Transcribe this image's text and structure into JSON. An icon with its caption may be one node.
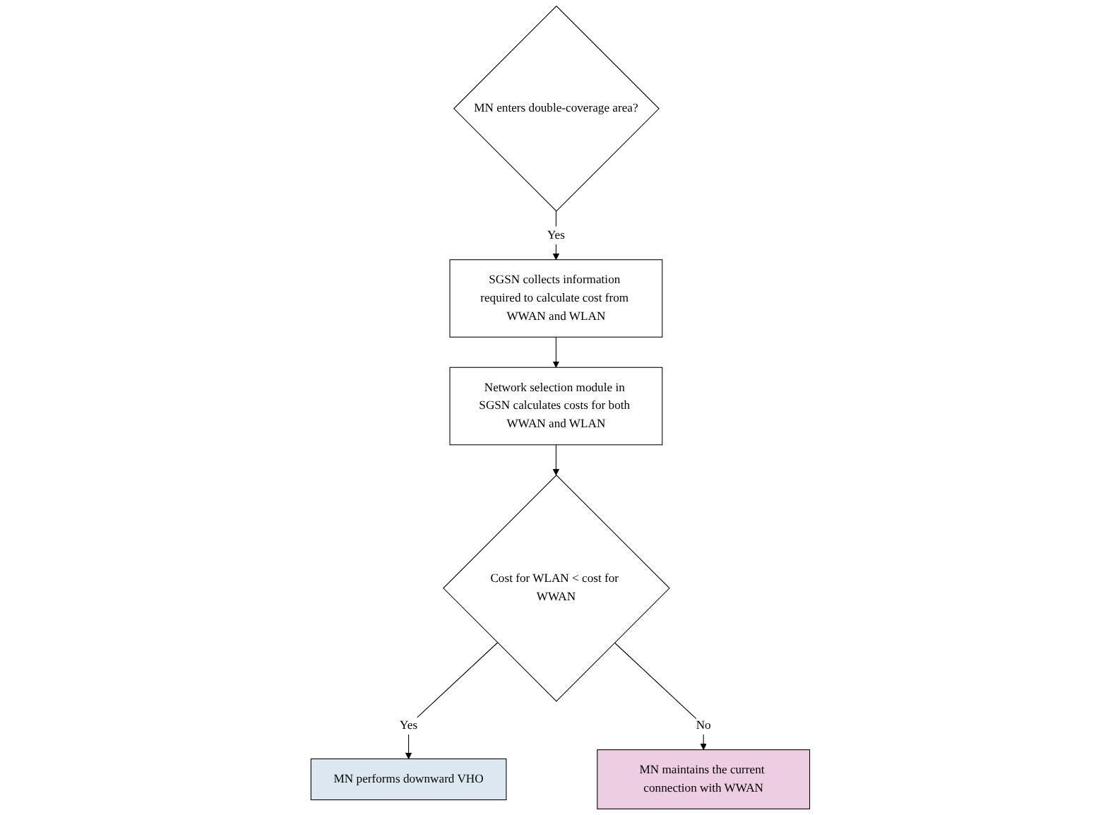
{
  "diagram": {
    "nodes": [
      {
        "text": [
          "MN enters double-coverage area?"
        ]
      },
      {
        "text": [
          "SGSN collects information required to calculate cost from WWAN and WLAN"
        ]
      },
      {
        "text": [
          "Network selection module in SGSN calculates costs for both WWAN and WLAN"
        ]
      },
      {
        "text": [
          "Cost for WLAN < cost for WWAN"
        ]
      },
      {
        "text": [
          "MN performs downward VHO"
        ]
      },
      {
        "text": [
          "MN maintains the current connection with WWAN"
        ]
      }
    ],
    "edges": [
      {
        "from": 0,
        "to": 1,
        "arrow": "to",
        "label": "Yes"
      },
      {
        "from": 1,
        "to": 2,
        "arrow": "to"
      },
      {
        "from": 2,
        "to": 3,
        "arrow": "to"
      },
      {
        "from": 3,
        "to": 4,
        "arrow": "to",
        "label": "Yes"
      },
      {
        "from": 3,
        "to": 5,
        "arrow": "to",
        "label": "No"
      }
    ]
  }
}
